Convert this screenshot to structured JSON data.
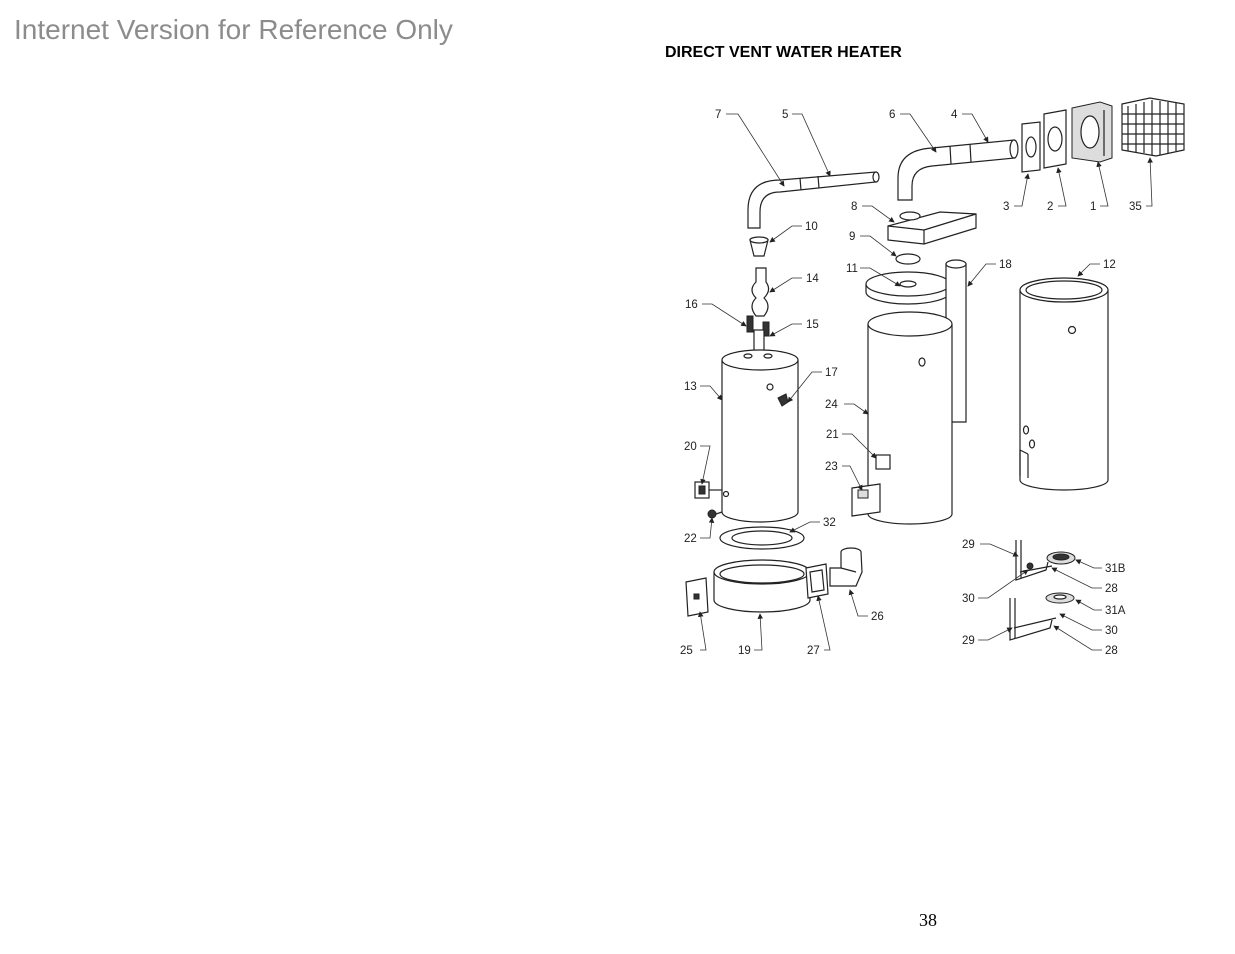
{
  "watermark": "Internet Version for Reference Only",
  "title": "DIRECT VENT WATER HEATER",
  "page_number": "38",
  "part_labels": {
    "p1": "1",
    "p2": "2",
    "p3": "3",
    "p4": "4",
    "p5": "5",
    "p6": "6",
    "p7": "7",
    "p8": "8",
    "p9": "9",
    "p10": "10",
    "p11": "11",
    "p12": "12",
    "p13": "13",
    "p14": "14",
    "p15": "15",
    "p16": "16",
    "p17": "17",
    "p18": "18",
    "p19": "19",
    "p20": "20",
    "p21": "21",
    "p22": "22",
    "p23": "23",
    "p24": "24",
    "p25": "25",
    "p26": "26",
    "p27": "27",
    "p28a": "28",
    "p28b": "28",
    "p29a": "29",
    "p29b": "29",
    "p30a": "30",
    "p30b": "30",
    "p31a": "31A",
    "p31b": "31B",
    "p32": "32",
    "p35": "35"
  }
}
